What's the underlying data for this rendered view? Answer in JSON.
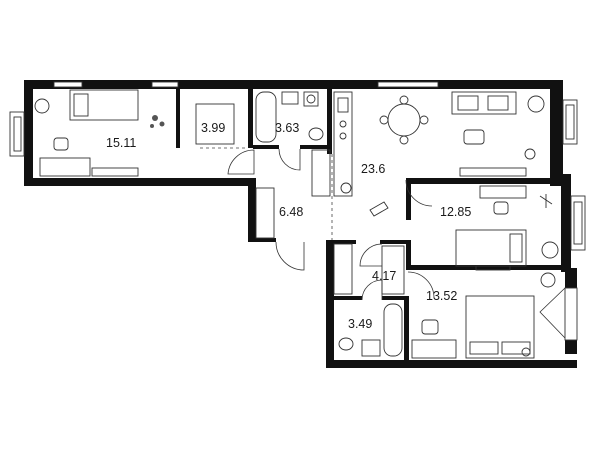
{
  "plan": {
    "wall_color": "#111111",
    "background": "#ffffff",
    "rooms": [
      {
        "id": "room-1",
        "area": "15.11"
      },
      {
        "id": "room-2",
        "area": "3.99"
      },
      {
        "id": "room-3",
        "area": "3.63"
      },
      {
        "id": "room-4",
        "area": "23.6"
      },
      {
        "id": "room-5",
        "area": "6.48"
      },
      {
        "id": "room-6",
        "area": "12.85"
      },
      {
        "id": "room-7",
        "area": "4.17"
      },
      {
        "id": "room-8",
        "area": "13.52"
      },
      {
        "id": "room-9",
        "area": "3.49"
      }
    ]
  }
}
